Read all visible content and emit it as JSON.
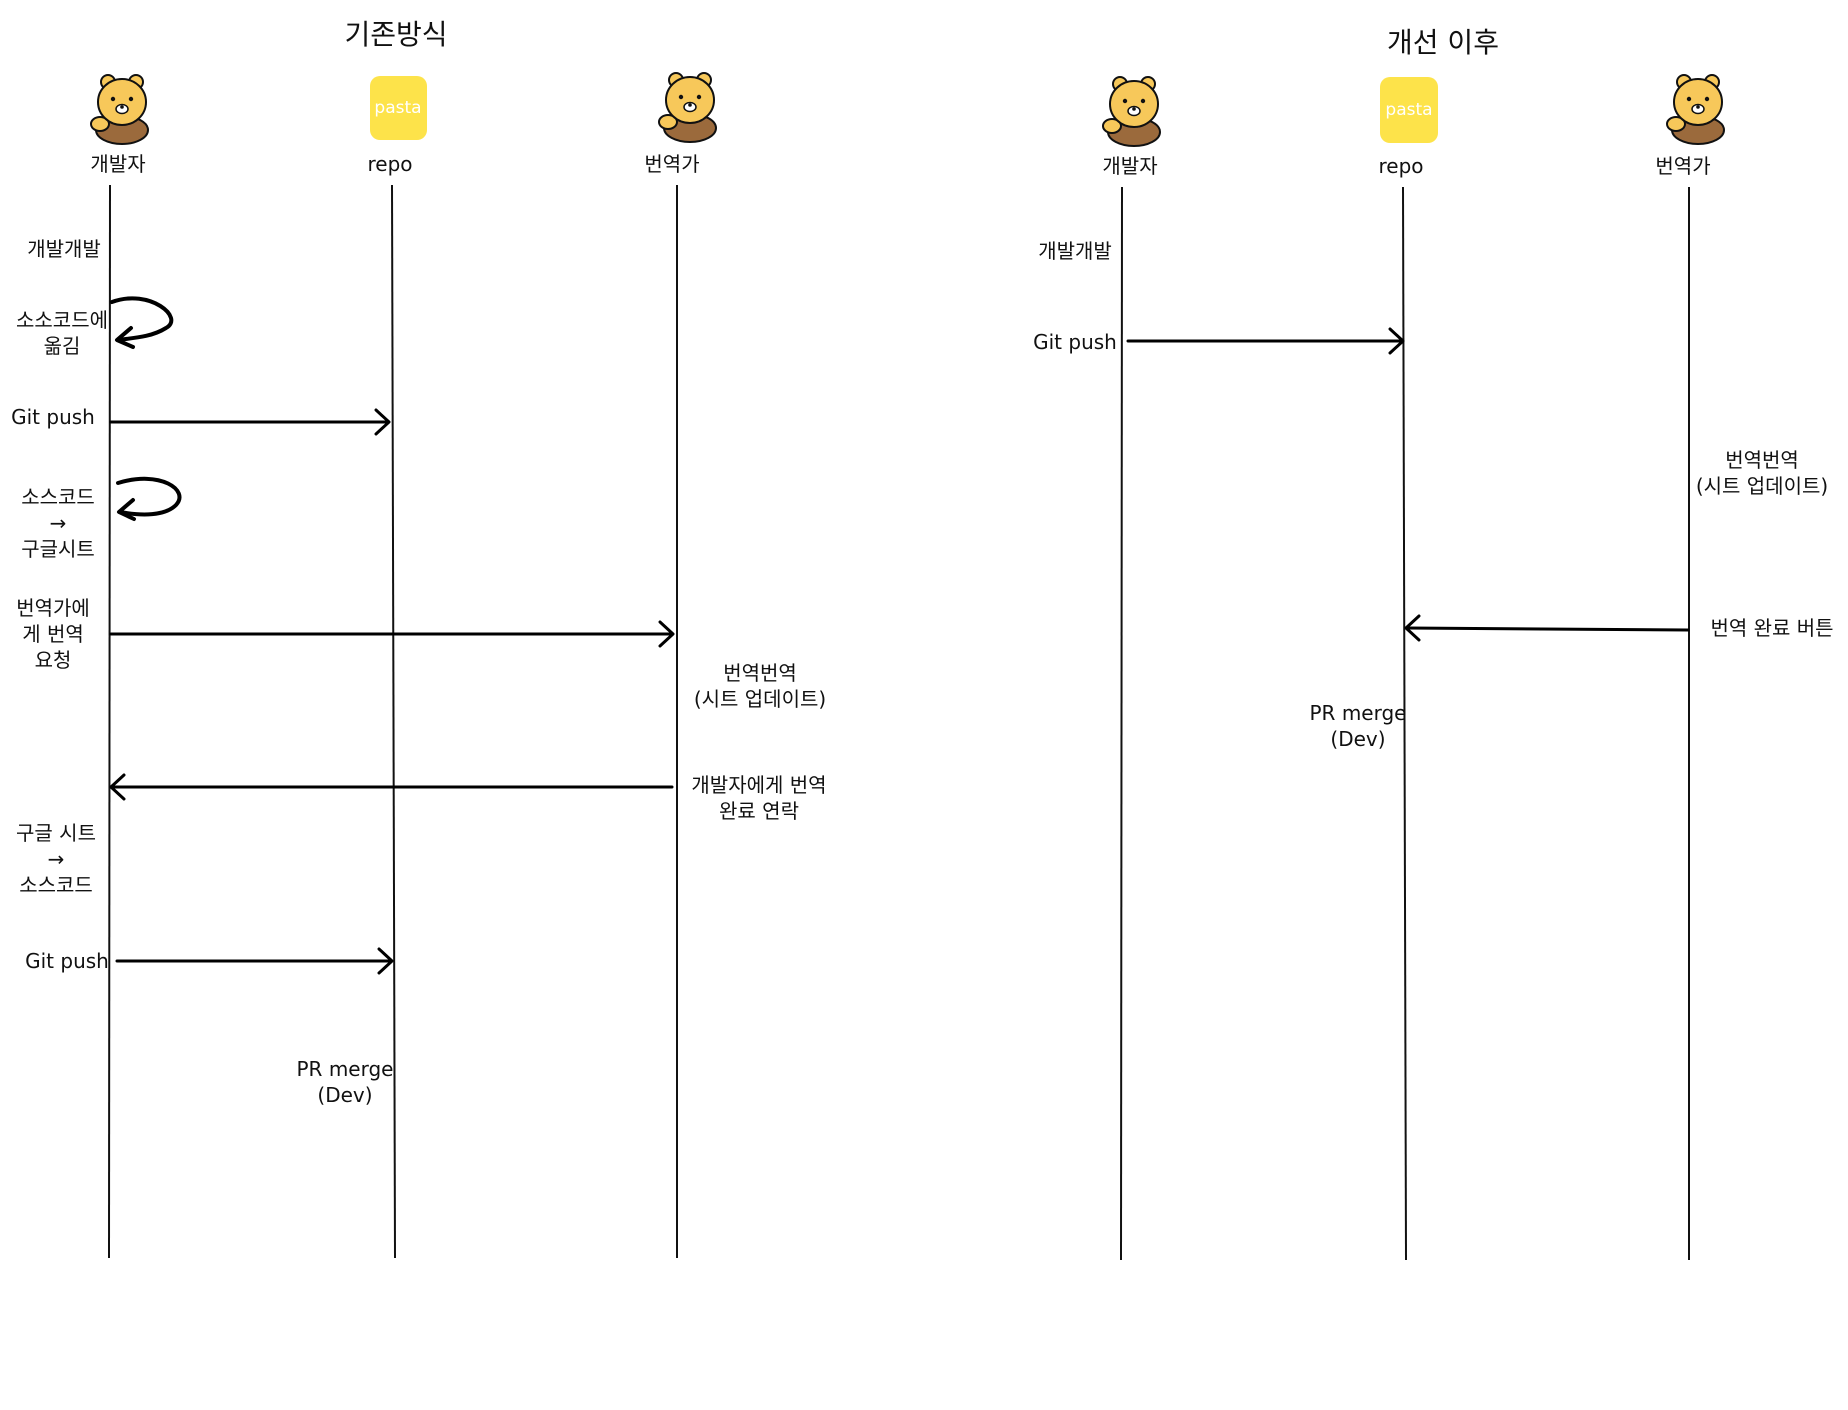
{
  "colors": {
    "pasta_badge": "#FDE34A",
    "mascot_face": "#F7C85A",
    "mascot_body": "#9B6A3C",
    "line": "#111111"
  },
  "icons": {
    "developer": "lion-mascot-icon",
    "repo": "pasta-logo-icon",
    "translator": "lion-mascot-icon"
  },
  "before": {
    "title": "기존방식",
    "actors": {
      "developer": "개발자",
      "repo": "repo",
      "translator": "번역가"
    },
    "repo_logo_text": "pasta",
    "notes": {
      "develop": "개발개발",
      "move_code": [
        "소소코드에",
        "옮김"
      ],
      "git_push_1": "Git push",
      "code_to_sheet": [
        "소스코드",
        "→",
        "구글시트"
      ],
      "request_translation": [
        "번역가에",
        "게 번역",
        "요청"
      ],
      "translate": [
        "번역번역",
        "(시트 업데이트)"
      ],
      "notify_done": [
        "개발자에게 번역",
        "완료 연락"
      ],
      "sheet_to_code": [
        "구글 시트",
        "→",
        "소스코드"
      ],
      "git_push_2": "Git push",
      "pr_merge": [
        "PR merge",
        "(Dev)"
      ]
    }
  },
  "after": {
    "title": "개선 이후",
    "actors": {
      "developer": "개발자",
      "repo": "repo",
      "translator": "번역가"
    },
    "repo_logo_text": "pasta",
    "notes": {
      "develop": "개발개발",
      "git_push": "Git push",
      "translate": [
        "번역번역",
        "(시트 업데이트)"
      ],
      "done_button": "번역 완료 버튼",
      "pr_merge": [
        "PR merge",
        "(Dev)"
      ]
    }
  }
}
